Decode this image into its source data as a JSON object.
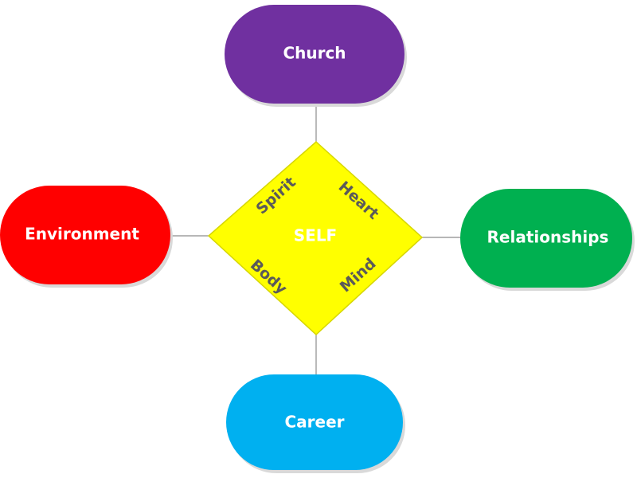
{
  "center": {
    "label": "SELF",
    "color": "#ffff00",
    "border_color": "#d6d600",
    "facets": {
      "top_left": "Spirit",
      "top_right": "Heart",
      "bottom_left": "Body",
      "bottom_right": "Mind"
    }
  },
  "nodes": {
    "top": {
      "label": "Church",
      "color": "#7030a0"
    },
    "left": {
      "label": "Environment",
      "color": "#ff0000"
    },
    "right": {
      "label": "Relationships",
      "color": "#00b050"
    },
    "bottom": {
      "label": "Career",
      "color": "#00b0f0"
    }
  }
}
